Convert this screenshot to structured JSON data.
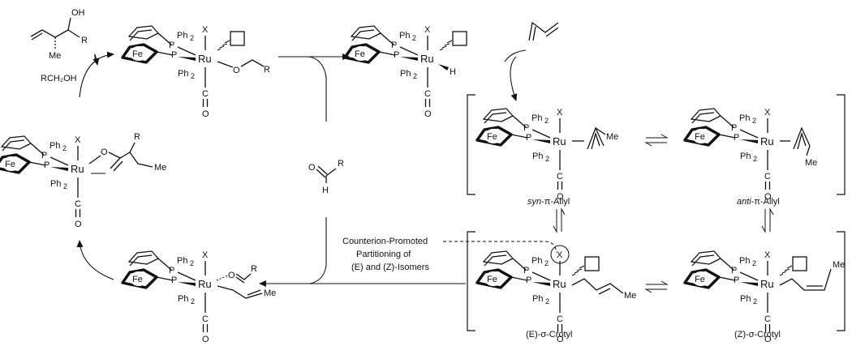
{
  "atoms": {
    "fe": "Fe",
    "p": "P",
    "ph2": "Ph",
    "ru": "Ru",
    "x": "X",
    "c": "C",
    "o": "O",
    "r": "R",
    "h": "H",
    "me": "Me",
    "oh": "OH",
    "sub2": "2"
  },
  "reagents": {
    "alcohol": "RCH₂OH"
  },
  "labels": {
    "syn_prefix": "syn",
    "syn_rest": "-π-Allyl",
    "anti_prefix": "anti",
    "anti_rest": "-π-Allyl",
    "e_crotyl": "(E)-σ-Crotyl",
    "z_crotyl": "(Z)-σ-Crotyl"
  },
  "note": {
    "line1": "Counterion-Promoted",
    "line2": "Partitioning of",
    "line3": "(E) and (Z)-Isomers"
  }
}
